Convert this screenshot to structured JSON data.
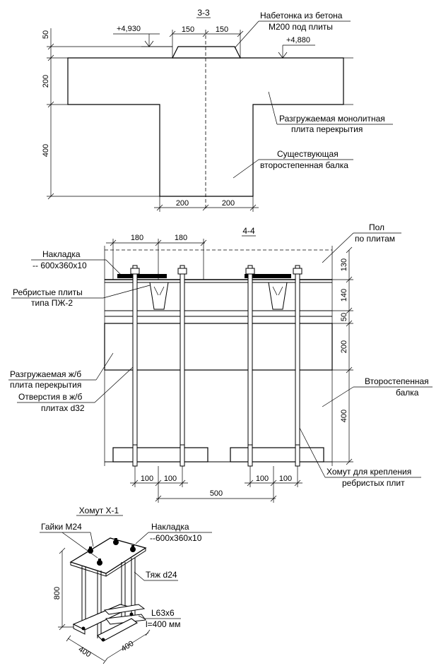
{
  "section_33": {
    "title": "3-3",
    "elev_left": "+4,930",
    "elev_right": "+4,880",
    "note_topping_1": "Набетонка из бетона",
    "note_topping_2": "М200 под плиты",
    "dim_top_left": "150",
    "dim_top_right": "150",
    "dim_50": "50",
    "dim_200": "200",
    "dim_400": "400",
    "dim_bottom_left": "200",
    "dim_bottom_right": "200",
    "slab_label_1": "Разгружаемая монолитная",
    "slab_label_2": "плита перекрытия",
    "beam_label_1": "Существующая",
    "beam_label_2": "второстепенная балка"
  },
  "section_44": {
    "title": "4-4",
    "dim_180_left": "180",
    "dim_180_right": "180",
    "floor_label_1": "Пол",
    "floor_label_2": "по плитам",
    "plate_label_1": "Накладка",
    "plate_label_2": "-- 600х360х10",
    "ribbed_label_1": "Ребристые плиты",
    "ribbed_label_2": "типа ПЖ-2",
    "slab_label_1": "Разгружаемая ж/б",
    "slab_label_2": "плита перекрытия",
    "holes_label_1": "Отверстия в ж/б",
    "holes_label_2": "плитах d32",
    "beam_label_1": "Второстепенная",
    "beam_label_2": "балка",
    "clamp_label_1": "Хомут для крепления",
    "clamp_label_2": "ребристых плит",
    "dim_130": "130",
    "dim_140": "140",
    "dim_50": "50",
    "dim_200": "200",
    "dim_400": "400",
    "dim_b1": "100",
    "dim_b2": "100",
    "dim_b3": "500",
    "dim_b4": "100",
    "dim_b5": "100"
  },
  "clamp_x1": {
    "title": "Хомут Х-1",
    "nuts_label": "Гайки М24",
    "plate_label_1": "Накладка",
    "plate_label_2": "--600х360х10",
    "rod_label": "Тяж d24",
    "angle_label_1": "L63х6",
    "angle_label_2": "l=400 мм",
    "dim_800": "800",
    "dim_400_left": "400",
    "dim_400_right": "400"
  }
}
